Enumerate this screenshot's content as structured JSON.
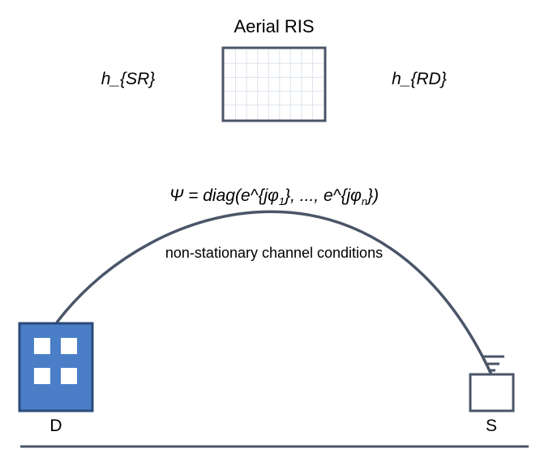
{
  "ris": {
    "title": "Aerial RIS",
    "grid_rows": 5,
    "grid_cols": 9
  },
  "channels": {
    "source_to_ris": "h_{SR}",
    "ris_to_destination": "h_{RD}"
  },
  "phase_matrix": {
    "prefix": "Ψ = diag(e^{jφ",
    "sub1": "1",
    "middle": "}, ..., e^{jφ",
    "subn": "n",
    "suffix": "})"
  },
  "annotation": "non-stationary channel conditions",
  "nodes": {
    "destination": {
      "label": "D"
    },
    "source": {
      "label": "S"
    }
  },
  "colors": {
    "line": "#4a5568",
    "building_fill": "#4a7fc7",
    "building_stroke": "#2b4a7a",
    "window": "#ffffff",
    "grid": "#dde3ee"
  }
}
